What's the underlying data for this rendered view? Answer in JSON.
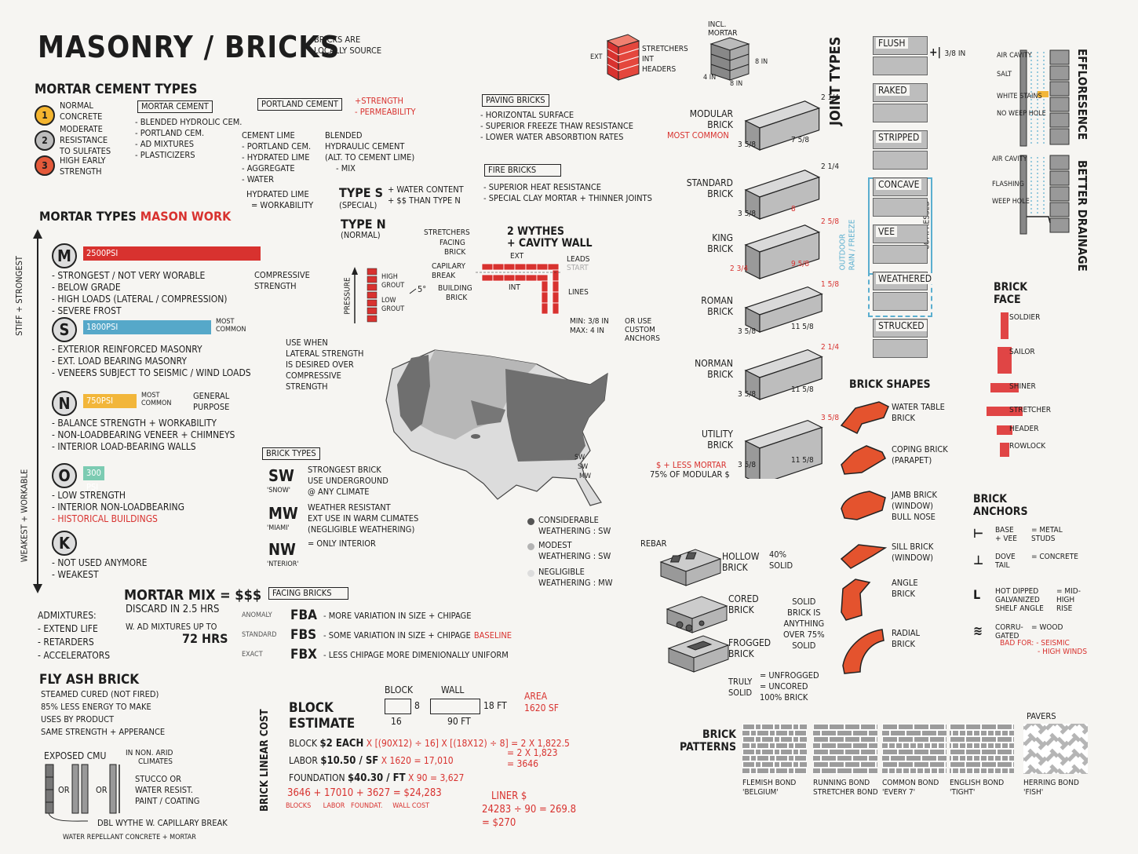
{
  "header": {
    "title": "MASONRY / BRICKS",
    "note": [
      "BRICKS ARE",
      "LOCALLY SOURCE"
    ]
  },
  "mortar_cement_types": {
    "title": "MORTAR CEMENT TYPES",
    "items": [
      {
        "num": "1",
        "color": "#f4b52f",
        "label": [
          "NORMAL",
          "CONCRETE"
        ]
      },
      {
        "num": "2",
        "color": "#bdbdbd",
        "label": [
          "MODERATE",
          "RESISTANCE",
          "TO SULFATES"
        ]
      },
      {
        "num": "3",
        "color": "#e4593a",
        "label": [
          "HIGH EARLY",
          "STRENGTH"
        ]
      }
    ],
    "mortar_cement": {
      "title": "MORTAR CEMENT",
      "items": [
        "- BLENDED HYDROLIC CEM.",
        "- PORTLAND CEM.",
        "- AD MIXTURES",
        "- PLASTICIZERS"
      ]
    },
    "portland_cement": {
      "title": "PORTLAND CEMENT",
      "plus": [
        "+STRENGTH",
        "- PERMEABILITY"
      ]
    },
    "cement_lime": {
      "title": "CEMENT LIME",
      "items": [
        "- PORTLAND CEM.",
        "- HYDRATED LIME",
        "- AGGREGATE",
        "- WATER"
      ]
    },
    "blended": {
      "lines": [
        "BLENDED",
        "HYDRAULIC CEMENT",
        "(ALT. TO CEMENT LIME)",
        "- MIX"
      ]
    },
    "hydrated_lime": [
      "HYDRATED LIME",
      "= WORKABILITY"
    ],
    "type_s": {
      "title": "TYPE S",
      "sub": "(SPECIAL)",
      "notes": [
        "+ WATER CONTENT",
        "+ $$ THAN TYPE N"
      ]
    },
    "type_n": {
      "title": "TYPE N",
      "sub": "(NORMAL)"
    }
  },
  "paving_bricks": {
    "title": "PAVING BRICKS",
    "items": [
      "- HORIZONTAL SURFACE",
      "- SUPERIOR FREEZE THAW RESISTANCE",
      "- LOWER WATER ABSORBTION RATES"
    ]
  },
  "fire_bricks": {
    "title": "FIRE BRICKS",
    "items": [
      "- SUPERIOR HEAT RESISTANCE",
      "- SPECIAL CLAY MORTAR + THINNER JOINTS"
    ]
  },
  "mortar_types": {
    "title": "MORTAR TYPES",
    "title_red": "MASON WORK",
    "axis_top": "STIFF + STRONGEST",
    "axis_bottom": "WEAKEST + WORKABLE",
    "types": [
      {
        "letter": "M",
        "psi": 2500,
        "psi_label": "2500PSI",
        "color": "#d8322f",
        "tag": "",
        "items": [
          "- STRONGEST / NOT VERY WORABLE",
          "- BELOW GRADE",
          "- HIGH LOADS (LATERAL / COMPRESSION)",
          "- SEVERE FROST"
        ],
        "note": [
          "COMPRESSIVE",
          "STRENGTH"
        ]
      },
      {
        "letter": "S",
        "psi": 1800,
        "psi_label": "1800PSI",
        "color": "#56a8c9",
        "tag": "MOST COMMON",
        "items": [
          "- EXTERIOR REINFORCED MASONRY",
          "- EXT. LOAD BEARING MASONRY",
          "- VENEERS SUBJECT TO SEISMIC / WIND LOADS"
        ],
        "note": [
          "USE WHEN",
          "LATERAL STRENGTH",
          "IS DESIRED OVER",
          "COMPRESSIVE",
          "STRENGTH"
        ]
      },
      {
        "letter": "N",
        "psi": 750,
        "psi_label": "750PSI",
        "color": "#f2b63a",
        "tag": "MOST COMMON",
        "items": [
          "- BALANCE STRENGTH + WORKABILITY",
          "- NON-LOADBEARING VENEER + CHIMNEYS",
          "- INTERIOR LOAD-BEARING WALLS"
        ],
        "note": [
          "GENERAL",
          "PURPOSE"
        ]
      },
      {
        "letter": "O",
        "psi": 300,
        "psi_label": "300 PSI",
        "color": "#7ccbb2",
        "tag": "",
        "items": [
          "- LOW STRENGTH",
          "- INTERIOR NON-LOADBEARING",
          "- HISTORICAL BUILDINGS"
        ],
        "note": []
      },
      {
        "letter": "K",
        "psi": 0,
        "psi_label": "",
        "color": "#999999",
        "tag": "",
        "items": [
          "- NOT USED ANYMORE",
          "- WEAKEST"
        ],
        "note": []
      }
    ]
  },
  "admixtures": {
    "title": "ADMIXTURES:",
    "items": [
      "- EXTEND LIFE",
      "- RETARDERS",
      "- ACCELERATORS"
    ]
  },
  "mortar_mix": {
    "title": "MORTAR MIX = $$$",
    "lines": [
      "DISCARD IN 2.5 HRS",
      "W. AD MIXTURES UP TO",
      "72 HRS"
    ]
  },
  "fly_ash": {
    "title": "FLY ASH BRICK",
    "items": [
      "STEAMED CURED (NOT FIRED)",
      "85% LESS ENERGY TO MAKE",
      "USES BY PRODUCT",
      "SAME STRENGTH + APPERANCE"
    ]
  },
  "exposed_cmu": {
    "title": "EXPOSED CMU",
    "note": [
      "IN NON. ARID",
      "CLIMATES"
    ],
    "or": "OR",
    "finish": [
      "STUCCO OR",
      "WATER RESIST.",
      "PAINT / COATING"
    ],
    "dbl": "DBL WYTHE W. CAPILLARY BREAK",
    "repellant": "WATER REPELLANT CONCRETE + MORTAR"
  },
  "wall_section": {
    "pressure": "PRESSURE",
    "high": "HIGH GROUT",
    "low": "LOW GROUT",
    "deg": "5°"
  },
  "cavity_wall": {
    "title": [
      "2 WYTHES",
      "+ CAVITY WALL"
    ],
    "stretchers": "STRETCHERS",
    "facing": [
      "FACING",
      "BRICK"
    ],
    "capillary": [
      "CAPILARY",
      "BREAK"
    ],
    "building": [
      "BUILDING",
      "BRICK"
    ],
    "ext": "EXT",
    "int": "INT",
    "leads": "LEADS",
    "start": "START",
    "lines": "LINES",
    "minmax": [
      "MIN: 3/8 IN",
      "MAX: 4 IN"
    ],
    "custom": [
      "OR USE",
      "CUSTOM",
      "ANCHORS"
    ]
  },
  "brick_types": {
    "title": "BRICK TYPES",
    "items": [
      {
        "code": "SW",
        "nick": "'SNOW'",
        "desc": [
          "STRONGEST BRICK",
          "USE UNDERGROUND",
          "@ ANY CLIMATE"
        ]
      },
      {
        "code": "MW",
        "nick": "'MIAMI'",
        "desc": [
          "WEATHER RESISTANT",
          "EXT USE IN WARM CLIMATES",
          "(NEGLIGIBLE WEATHERING)"
        ]
      },
      {
        "code": "NW",
        "nick": "'NTERIOR'",
        "desc": [
          "= ONLY INTERIOR"
        ]
      }
    ]
  },
  "weathering_legend": [
    {
      "color": "#555555",
      "label": [
        "CONSIDERABLE",
        "WEATHERING : SW"
      ]
    },
    {
      "color": "#b3b3b3",
      "label": [
        "MODEST",
        "WEATHERING : SW"
      ]
    },
    {
      "color": "#dddddd",
      "label": [
        "NEGLIGIBLE",
        "WEATHERING : MW"
      ]
    }
  ],
  "map_labels": [
    "SW",
    "SW",
    "MW"
  ],
  "facing_bricks": {
    "title": "FACING BRICKS",
    "items": [
      {
        "tag": "ANOMALY",
        "code": "FBA",
        "desc": "- MORE VARIATION IN SIZE + CHIPAGE",
        "extra": ""
      },
      {
        "tag": "STANDARD",
        "code": "FBS",
        "desc": "- SOME VARIATION IN SIZE + CHIPAGE",
        "extra": "BASELINE"
      },
      {
        "tag": "EXACT",
        "code": "FBX",
        "desc": "- LESS CHIPAGE MORE DIMENIONALLY UNIFORM",
        "extra": ""
      }
    ]
  },
  "stretcher_diagram": {
    "ext": "EXT",
    "labels": [
      "STRETCHERS",
      "INT",
      "HEADERS"
    ],
    "incl": [
      "INCL.",
      "MORTAR"
    ],
    "dims": [
      "8 IN",
      "4 IN",
      "8 IN"
    ]
  },
  "brick_sizes": [
    {
      "name": [
        "MODULAR",
        "BRICK"
      ],
      "note": "MOST COMMON",
      "h": "2 1/4",
      "w": "3 5/8",
      "l": "7 5/8"
    },
    {
      "name": [
        "STANDARD",
        "BRICK"
      ],
      "note": "",
      "h": "2 1/4",
      "w": "3 5/8",
      "l": "8"
    },
    {
      "name": [
        "KING",
        "BRICK"
      ],
      "note": "",
      "h": "2 5/8",
      "w": "2 3/4",
      "l": "9 5/8"
    },
    {
      "name": [
        "ROMAN",
        "BRICK"
      ],
      "note": "",
      "h": "1 5/8",
      "w": "3 5/8",
      "l": "11 5/8"
    },
    {
      "name": [
        "NORMAN",
        "BRICK"
      ],
      "note": "",
      "h": "2 1/4",
      "w": "3 5/8",
      "l": "11 5/8"
    },
    {
      "name": [
        "UTILITY",
        "BRICK"
      ],
      "note": "$ + LESS MORTAR",
      "note2": "75% OF MODULAR $",
      "h": "3 5/8",
      "w": "3 5/8",
      "l": "11 5/8"
    }
  ],
  "joint_types": {
    "title": "JOINT TYPES",
    "size": "3/8 IN",
    "items": [
      "FLUSH",
      "RAKED",
      "STRIPPED",
      "CONCAVE",
      "VEE",
      "WEATHERED",
      "STRUCKED"
    ],
    "outdoor": [
      "OUTDOOR",
      "RAIN / FREEZE"
    ],
    "compressed": "COMPRESSED"
  },
  "efflorescence": {
    "title": "EFFLORESENCE",
    "labels": [
      "AIR CAVITY",
      "SALT",
      "WHITE STAINS",
      "NO WEEP HOLE"
    ]
  },
  "better_drainage": {
    "title": "BETTER DRAINAGE",
    "labels": [
      "AIR CAVITY",
      "FLASHING",
      "WEEP HOLE"
    ]
  },
  "brick_face": {
    "title": [
      "BRICK",
      "FACE"
    ],
    "items": [
      "SOLDIER",
      "SAILOR",
      "SHINER",
      "STRETCHER",
      "HEADER",
      "ROWLOCK"
    ]
  },
  "brick_shapes": {
    "title": "BRICK SHAPES",
    "items": [
      [
        "WATER TABLE",
        "BRICK"
      ],
      [
        "COPING BRICK",
        "(PARAPET)"
      ],
      [
        "JAMB BRICK",
        "(WINDOW)",
        "BULL NOSE"
      ],
      [
        "SILL BRICK",
        "(WINDOW)"
      ],
      [
        "ANGLE",
        "BRICK"
      ],
      [
        "RADIAL",
        "BRICK"
      ]
    ]
  },
  "brick_anchors": {
    "title": [
      "BRICK",
      "ANCHORS"
    ],
    "items": [
      {
        "a": [
          "BASE",
          "+ VEE"
        ],
        "b": [
          "= METAL",
          "STUDS"
        ]
      },
      {
        "a": [
          "DOVE",
          "TAIL"
        ],
        "b": [
          "= CONCRETE"
        ]
      },
      {
        "a": [
          "HOT DIPPED",
          "GALVANIZED",
          "SHELF ANGLE"
        ],
        "b": [
          "= MID-",
          "HIGH",
          "RISE"
        ]
      },
      {
        "a": [
          "CORRU-",
          "GATED"
        ],
        "b": [
          "= WOOD"
        ],
        "bad": [
          "BAD FOR: - SEISMIC",
          "- HIGH WINDS"
        ]
      }
    ]
  },
  "cmu": {
    "rebar": "REBAR",
    "hollow": [
      "HOLLOW",
      "BRICK"
    ],
    "hollow_note": [
      "40%",
      "SOLID"
    ],
    "cored": [
      "CORED",
      "BRICK"
    ],
    "frogged": [
      "FROGGED",
      "BRICK"
    ],
    "solid": [
      "SOLID",
      "BRICK IS",
      "ANYTHING",
      "OVER 75%",
      "SOLID"
    ],
    "truly": [
      "TRULY",
      "SOLID"
    ],
    "truly_def": [
      "= UNFROGGED",
      "= UNCORED",
      "100% BRICK"
    ]
  },
  "brick_patterns": {
    "title": [
      "BRICK",
      "PATTERNS"
    ],
    "pavers": "PAVERS",
    "items": [
      [
        "FLEMISH BOND",
        "'BELGIUM'"
      ],
      [
        "RUNNING BOND",
        "STRETCHER BOND"
      ],
      [
        "COMMON BOND",
        "'EVERY 7'"
      ],
      [
        "ENGLISH BOND",
        "'TIGHT'"
      ],
      [
        "HERRING BOND",
        "'FISH'"
      ]
    ]
  },
  "estimate": {
    "side": "BRICK LINEAR COST",
    "title": [
      "BLOCK",
      "ESTIMATE"
    ],
    "block": "BLOCK",
    "b8": "8",
    "b16": "16",
    "wall": "WALL",
    "w18": "18 FT",
    "w90": "90 FT",
    "area": [
      "AREA",
      "1620 SF"
    ],
    "lines": [
      {
        "label": "BLOCK",
        "black": "$2 EACH",
        "red": "x [(90x12) ÷ 16] x [(18x12) ÷ 8] = 2 x 1,822.5"
      },
      {
        "label": "LABOR",
        "black": "$10.50 / SF",
        "red": "x 1620 = 17,010"
      },
      {
        "label": "FOUNDATION",
        "black": "$40.30 / FT",
        "red": "x 90 = 3,627"
      }
    ],
    "extra": [
      "= 2 x 1,823",
      "= 3646"
    ],
    "sum": "3646 + 17010 + 3627 = $24,283",
    "sum_labels": [
      "BLOCKS",
      "LABOR",
      "FOUNDAT.",
      "WALL COST"
    ],
    "liner": [
      "LINER $",
      "24283 ÷ 90 = 269.8",
      "= $270"
    ]
  }
}
